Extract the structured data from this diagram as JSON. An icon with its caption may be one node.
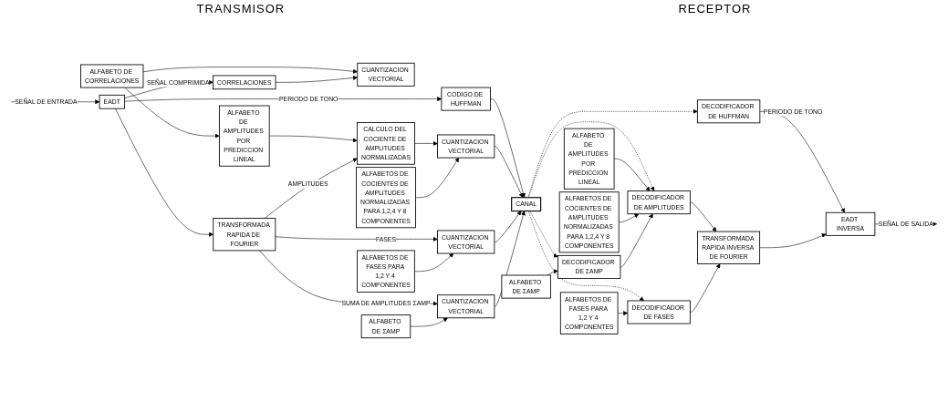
{
  "diagram": {
    "nodes": [
      {
        "text": [
          "EADT"
        ]
      },
      {
        "text": [
          "CODIGO DE HUFFMAN"
        ]
      },
      {
        "text": [
          "ALFABETO DE CORRELACIONES"
        ]
      },
      {
        "text": [
          "CORRELACIONES"
        ]
      },
      {
        "text": [
          "CUANTIZACION VECTORIAL"
        ]
      },
      {
        "text": [
          "ALFABETO DE AMPLITUDES POR PREDICCION LINEAL"
        ]
      },
      {
        "text": [
          "ALFABETOS DE COCIENTES DE AMPLITUDES NORMALIZADAS PARA 1,2,4 Y 8 COMPONENTES"
        ]
      },
      {
        "text": [
          "TRANSFORMADA RAPIDA DE FOURIER"
        ]
      },
      {
        "text": [
          "CALCULO DEL COCIENTE DE AMPLITUDES NORMALIZADAS"
        ]
      },
      {
        "text": [
          "CUANTIZACION VECTORIAL"
        ]
      },
      {
        "text": [
          "CUANTIZACION VECTORIAL"
        ]
      },
      {
        "text": [
          "CUANTIZACION VECTORIAL"
        ]
      },
      {
        "text": [
          "ALFABETO DE ΣAMP"
        ]
      },
      {
        "text": [
          "ALFABETOS DE FASES PARA 1,2 Y 4 COMPONENTES"
        ]
      },
      {
        "text": [
          "CANAL"
        ]
      },
      {
        "text": [
          "DECODIFICADOR DE HUFFMAN"
        ]
      },
      {
        "text": [
          "ALFABETO DE AMPLITUDES POR PREDICCION LINEAL"
        ]
      },
      {
        "text": [
          "ALFABETOS DE COCIENTES DE AMPLITUDES NORMALIZADAS PARA 1,2,4 Y 8 COMPONENTES"
        ]
      },
      {
        "text": [
          "DECODIFICADOR DE AMPLITUDES"
        ]
      },
      {
        "text": [
          "DECODIFICADOR DE FASES"
        ]
      },
      {
        "text": [
          "DECODIFICADOR DE ΣAMP"
        ]
      },
      {
        "text": [
          "ALFABETO DE ΣAMP"
        ]
      },
      {
        "text": [
          "ALFABETOS DE FASES PARA 1,2 Y 4 COMPONENTES"
        ]
      },
      {
        "text": [
          "TRANSFORMADA RAPIDA INVERSA DE FOURIER"
        ]
      },
      {
        "text": [
          "EADT INVERSA"
        ]
      }
    ],
    "edges": [
      {
        "from": null,
        "to": 0,
        "arrow": "to",
        "label": "SEÑAL DE ENTRADA"
      },
      {
        "from": 0,
        "to": 1,
        "arrow": "to",
        "label": "PERIODO DE TONO"
      },
      {
        "from": 0,
        "to": 3,
        "arrow": "to",
        "label": "SEÑAL COMPRIMIDA"
      },
      {
        "from": 0,
        "to": 7,
        "arrow": "to"
      },
      {
        "from": 2,
        "to": 4,
        "arrow": "to"
      },
      {
        "from": 3,
        "to": 4,
        "arrow": "to"
      },
      {
        "from": 2,
        "to": 5,
        "arrow": "to"
      },
      {
        "from": 5,
        "to": 8,
        "arrow": "to"
      },
      {
        "from": 7,
        "to": 8,
        "arrow": "to",
        "label": "AMPLITUDES"
      },
      {
        "from": 8,
        "to": 9,
        "arrow": "to"
      },
      {
        "from": 6,
        "to": 9,
        "arrow": "to"
      },
      {
        "from": 7,
        "to": 10,
        "arrow": "to",
        "label": "FASES"
      },
      {
        "from": 7,
        "to": 11,
        "arrow": "to",
        "label": "SUMA DE AMPLITUDES ΣAMP"
      },
      {
        "from": 12,
        "to": 11,
        "arrow": "to"
      },
      {
        "from": 13,
        "to": 10,
        "arrow": "to"
      },
      {
        "from": 1,
        "to": 14,
        "arrow": "to"
      },
      {
        "from": 9,
        "to": 14,
        "arrow": "to"
      },
      {
        "from": 10,
        "to": 14,
        "arrow": "to"
      },
      {
        "from": 11,
        "to": 14,
        "arrow": "to"
      },
      {
        "from": 14,
        "to": 15,
        "arrow": "to",
        "style": "dashed"
      },
      {
        "from": 14,
        "to": 18,
        "arrow": "to",
        "style": "dashed"
      },
      {
        "from": 14,
        "to": 19,
        "arrow": "to",
        "style": "dashed"
      },
      {
        "from": 14,
        "to": 20,
        "arrow": "to",
        "style": "dashed"
      },
      {
        "from": 15,
        "to": 24,
        "arrow": "to",
        "label": "PERIODO DE TONO"
      },
      {
        "from": 16,
        "to": 18,
        "arrow": "to"
      },
      {
        "from": 17,
        "to": 18,
        "arrow": "to"
      },
      {
        "from": 20,
        "to": 18,
        "arrow": "to"
      },
      {
        "from": 21,
        "to": 20,
        "arrow": "to"
      },
      {
        "from": 22,
        "to": 19,
        "arrow": "to"
      },
      {
        "from": 18,
        "to": 23,
        "arrow": "to"
      },
      {
        "from": 19,
        "to": 23,
        "arrow": "to"
      },
      {
        "from": 23,
        "to": 24,
        "arrow": "to"
      },
      {
        "from": 24,
        "to": null,
        "arrow": "to",
        "label": "SEÑAL DE SALIDA"
      }
    ],
    "labels": [
      "TRANSMISOR",
      "RECEPTOR"
    ]
  }
}
